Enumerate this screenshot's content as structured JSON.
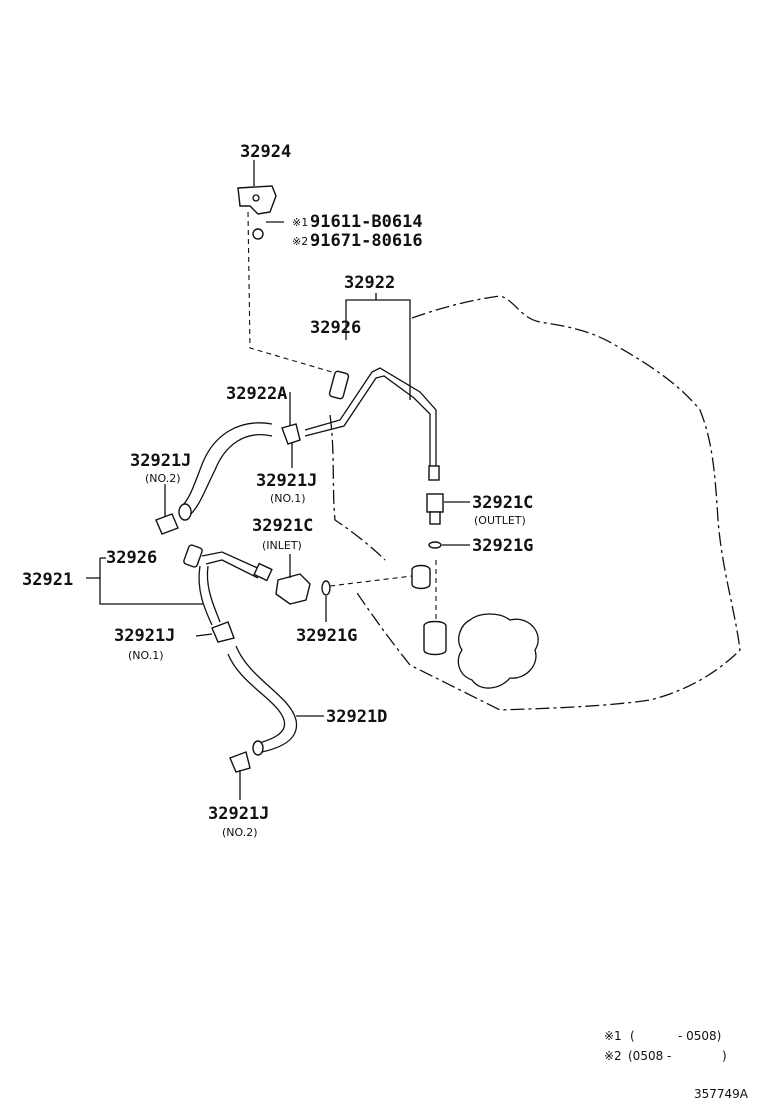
{
  "labels": {
    "p32924": "32924",
    "p91611": "91611-B0614",
    "p91671": "91671-80616",
    "mark1": "※1",
    "mark2": "※2",
    "p32922": "32922",
    "p32926_top": "32926",
    "p32922A": "32922A",
    "p32921J_left": "32921J",
    "no2_left": "(NO.2)",
    "p32921J_mid": "32921J",
    "no1_mid": "(NO.1)",
    "p32921C_outlet": "32921C",
    "outlet": "(OUTLET)",
    "p32921C_inlet": "32921C",
    "inlet": "(INLET)",
    "p32921G_right": "32921G",
    "p32926_mid": "32926",
    "p32921": "32921",
    "p32921J_low": "32921J",
    "no1_low": "(NO.1)",
    "p32921G_low": "32921G",
    "p32921D": "32921D",
    "p32921J_bottom": "32921J",
    "no2_bottom": "(NO.2)"
  },
  "notes": {
    "n1_mark": "※1",
    "n1_open": "(",
    "n1_range": "- 0508)",
    "n2_mark": "※2",
    "n2_range": "(0508 -",
    "n2_close": ")",
    "code": "357749A"
  }
}
